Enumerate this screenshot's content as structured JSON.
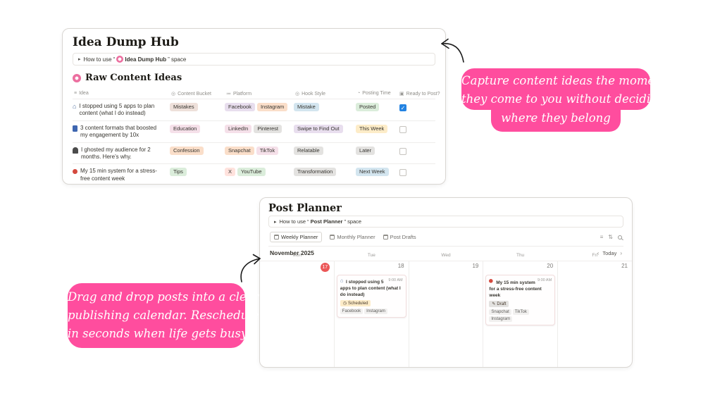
{
  "accent": {
    "bubble_pink": "#FF4D9E",
    "today_red": "#EB5757",
    "check_blue": "#2383E2"
  },
  "idea_hub": {
    "title": "Idea Dump Hub",
    "howto": {
      "toggle_icon": "▸",
      "prefix": "How to use “",
      "icon": "donut",
      "bold": "Idea Dump Hub",
      "suffix": "” space"
    },
    "section": {
      "icon": "donut",
      "title": "Raw Content Ideas"
    },
    "columns": [
      {
        "label": "Idea",
        "icon": "≡"
      },
      {
        "label": "Content Bucket",
        "icon": "◎"
      },
      {
        "label": "Platform",
        "icon": "≔"
      },
      {
        "label": "Hook Style",
        "icon": "◎"
      },
      {
        "label": "Posting Time",
        "icon": "◔"
      },
      {
        "label": "Ready to Post?",
        "icon": "▣"
      }
    ],
    "check_glyph": "✓",
    "rows": [
      {
        "icon": "building",
        "idea": "I stopped using 5 apps to plan content (what I do instead)",
        "bucket": {
          "label": "Mistakes",
          "bg": "#EEE0DA"
        },
        "platforms": [
          {
            "label": "Facebook",
            "bg": "#E8DEEE"
          },
          {
            "label": "Instagram",
            "bg": "#FADEC9"
          }
        ],
        "hook": {
          "label": "Mistake",
          "bg": "#D3E5EF"
        },
        "time": {
          "label": "Posted",
          "bg": "#DBEDDB"
        },
        "ready": true
      },
      {
        "icon": "book",
        "idea": "3 content formats that boosted my engagement by 10x",
        "bucket": {
          "label": "Education",
          "bg": "#F5E0E9"
        },
        "platforms": [
          {
            "label": "LinkedIn",
            "bg": "#F5E0E9"
          },
          {
            "label": "Pinterest",
            "bg": "#E3E2E0"
          }
        ],
        "hook": {
          "label": "Swipe to Find Out",
          "bg": "#E8DEEE"
        },
        "time": {
          "label": "This Week",
          "bg": "#FDECC8"
        },
        "ready": false
      },
      {
        "icon": "ghost",
        "idea": "I ghosted my audience for 2 months. Here’s why.",
        "bucket": {
          "label": "Confession",
          "bg": "#FADEC9"
        },
        "platforms": [
          {
            "label": "Snapchat",
            "bg": "#FADEC9"
          },
          {
            "label": "TikTok",
            "bg": "#F5E0E9"
          }
        ],
        "hook": {
          "label": "Relatable",
          "bg": "#E3E2E0"
        },
        "time": {
          "label": "Later",
          "bg": "#E3E2E0"
        },
        "ready": false
      },
      {
        "icon": "pin",
        "idea": "My 15 min system for a stress-free content week",
        "bucket": {
          "label": "Tips",
          "bg": "#DBEDDB"
        },
        "platforms": [
          {
            "label": "X",
            "bg": "#FFE2DD"
          },
          {
            "label": "YouTube",
            "bg": "#DBEDDB"
          }
        ],
        "hook": {
          "label": "Transformation",
          "bg": "#E3E2E0"
        },
        "time": {
          "label": "Next Week",
          "bg": "#D3E5EF"
        },
        "ready": false
      }
    ]
  },
  "planner": {
    "title": "Post Planner",
    "howto": {
      "toggle_icon": "▸",
      "prefix": "How to use “",
      "bold": "Post Planner",
      "suffix": "” space"
    },
    "tabs": [
      {
        "label": "Weekly Planner"
      },
      {
        "label": "Monthly Planner"
      },
      {
        "label": "Post Drafts"
      }
    ],
    "toolbar": {
      "filter_icon": "≡",
      "sort_icon": "⇅"
    },
    "month_label": "November 2025",
    "nav": {
      "prev": "‹",
      "today": "Today",
      "next": "›"
    },
    "days": [
      {
        "name": "Mon",
        "date": "17",
        "today": true
      },
      {
        "name": "Tue",
        "date": "18",
        "today": false
      },
      {
        "name": "Wed",
        "date": "19",
        "today": false
      },
      {
        "name": "Thu",
        "date": "20",
        "today": false
      },
      {
        "name": "Fri",
        "date": "21",
        "today": false
      }
    ],
    "events": [
      {
        "icon": "building",
        "title": "I stopped using 5 apps to plan content (what I do instead)",
        "time": "9:00 AM",
        "status": {
          "icon": "◷",
          "label": "Scheduled",
          "bg": "#FDECC8"
        },
        "platforms": [
          "Facebook",
          "Instagram"
        ]
      },
      {
        "icon": "pin",
        "title": "My 15 min system for a stress-free content week",
        "time": "9:00 AM",
        "status": {
          "icon": "✎",
          "label": "Draft",
          "bg": "#E3E2E0"
        },
        "platforms": [
          "Snapchat",
          "TikTok",
          "Instagram"
        ]
      }
    ]
  },
  "bubbles": {
    "capture": {
      "color": "#FF4D9E",
      "line1": "Capture content ideas the moment",
      "line2": "they come to you without deciding",
      "line3": "where they belong"
    },
    "drag": {
      "color": "#FF4D9E",
      "line1": "Drag and drop posts into a clear",
      "line2": "publishing calendar. Reschedule",
      "line3": "in seconds when life gets busy"
    }
  }
}
